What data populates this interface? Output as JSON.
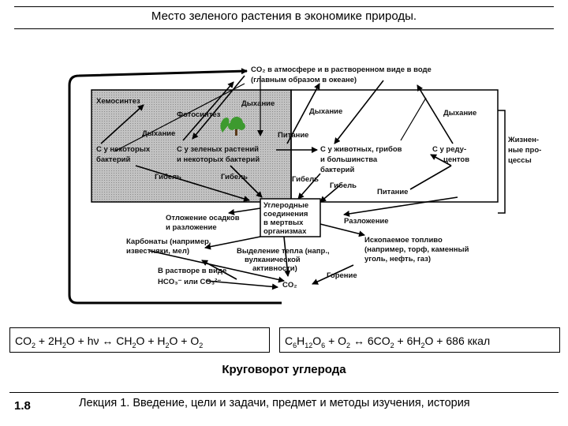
{
  "header": {
    "title": "Место зеленого растения в экономике природы."
  },
  "diagram": {
    "atmosphere": [
      "CO₂ в атмосфере и в растворенном виде в воде",
      "(главным образом в океане)"
    ],
    "chemosynthesis": "Хемосинтез",
    "photosynthesis": "Фотосинтез",
    "respiration_top": "Дыхание",
    "respiration_left": "Дыхание",
    "respiration_mid": "Дыхание",
    "respiration_right": "Дыхание",
    "feeding_mid": "Питание",
    "c_some_bacteria": [
      "С у некоторых",
      "бактерий"
    ],
    "c_green_plants": [
      "С у зеленых растений",
      "и некоторых бактерий"
    ],
    "c_animals": [
      "С у животных, грибов",
      "и большинства",
      "бактерий"
    ],
    "c_reducers": [
      "С у реду-",
      "центов"
    ],
    "life_processes": [
      "Жизнен-",
      "ные про-",
      "цессы"
    ],
    "death_left": "Гибель",
    "death_mid": "Гибель",
    "death_right_top": "Гибель",
    "death_right": "Гибель",
    "feeding_bottom": "Питание",
    "dead_carbon": [
      "Углеродные",
      "соединения",
      "в мертвых",
      "организмах"
    ],
    "sediment": [
      "Отложение осадков",
      "и разложение"
    ],
    "decomposition": "Разложение",
    "carbonates": [
      "Карбонаты (например,",
      "известняки, мел)"
    ],
    "heat_release": [
      "Выделение тепла (напр.,",
      "вулканической",
      "активности)"
    ],
    "fossil_fuel": [
      "Ископаемое топливо",
      "(например, торф, каменный",
      "уголь, нефть, газ)"
    ],
    "solution": [
      "В растворе в виде",
      "HCO₃⁻   или CO₃²⁻"
    ],
    "combustion": "Горение",
    "co2_bottom": "CO₂"
  },
  "equations": {
    "left": {
      "a": "CO",
      "b": "2",
      "c": " + 2H",
      "d": "2",
      "e": "O + hν ↔ CH",
      "f": "2",
      "g": "O + H",
      "h": "2",
      "i": "O + O",
      "j": "2"
    },
    "right": {
      "a": "C",
      "b": "6",
      "c": "H",
      "d": "12",
      "e": "O",
      "f": "6",
      "g": " + O",
      "h": "2",
      "i": " ↔ 6CO",
      "j": "2",
      "k": " + 6H",
      "l": "2",
      "m": "O + 686 ккал"
    }
  },
  "caption": "Круговорот углерода",
  "footer": {
    "number": "1.8",
    "text": "Лекция 1. Введение, цели и задачи, предмет и методы изучения, история"
  },
  "colors": {
    "shaded_region": "#b9b9b9",
    "line": "#000000"
  }
}
